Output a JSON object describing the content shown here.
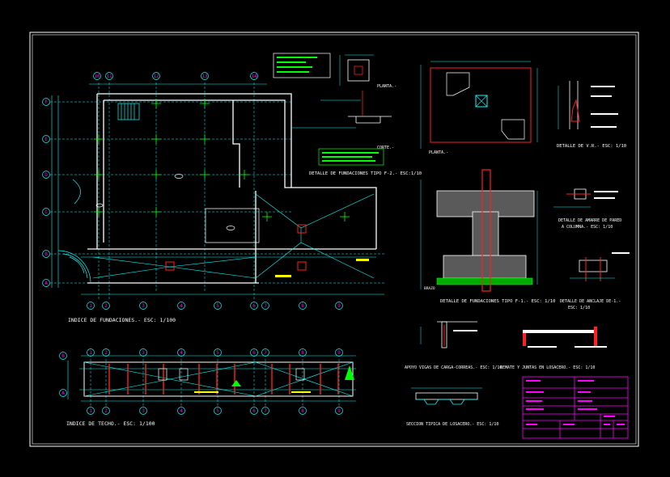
{
  "colors": {
    "background": "#000000",
    "frame": "#ffffff",
    "grid_axis": "#00ffff",
    "walls": "#ffffff",
    "dims": "#00ffff",
    "labels": "#ffffff",
    "accent_red": "#ff2020",
    "accent_green": "#00ff00",
    "accent_magenta": "#ff00ff",
    "accent_yellow": "#ffff00",
    "accent_blue": "#3b5bff"
  },
  "plans": {
    "foundation": {
      "title": "INDICE DE FUNDACIONES.- ESC: 1/100",
      "top_axis_labels": [
        "10",
        "11",
        "12",
        "13",
        "14"
      ],
      "bottom_axis_labels": [
        "1",
        "2",
        "3",
        "4",
        "5",
        "6",
        "7",
        "8",
        "9"
      ],
      "left_axis_labels": [
        "F",
        "E",
        "D",
        "C",
        "B",
        "A"
      ]
    },
    "roof": {
      "title": "INDICE DE TECHO.- ESC: 1/100",
      "top_axis_labels": [
        "1",
        "2",
        "3",
        "4",
        "5",
        "6",
        "7",
        "8",
        "9"
      ],
      "bottom_axis_labels": [
        "1",
        "2",
        "3",
        "4",
        "5",
        "6",
        "7",
        "8",
        "9"
      ],
      "left_axis_labels": [
        "B",
        "A"
      ]
    }
  },
  "details": {
    "fundaciones_tipo_f2": {
      "title": "DETALLE DE FUNDACIONES TIPO F-2.- ESC:1/10",
      "sub_planta": "PLANTA.-",
      "sub_corte": "CORTE.-"
    },
    "vr": {
      "title": "DETALLE DE V.R.- ESC: 1/10",
      "sub_planta": "PLANTA.-"
    },
    "fundaciones_tipo_f1": {
      "title": "DETALLE DE FUNDACIONES TIPO F-1.- ESC: 1/10",
      "sub_label": "BRAZO"
    },
    "amarre": {
      "title_line1": "DETALLE DE AMARRE DE PARED",
      "title_line2": "A COLUMNA.- ESC: 1/10"
    },
    "anclaje": {
      "title_line1": "DETALLE DE ANCLAJE DE-1.-",
      "title_line2": "ESC: 1/10"
    },
    "apoyo": {
      "title": "APOYO VIGAS DE CARGA-CORREAS.- ESC: 1/10"
    },
    "remate": {
      "title": "REMATE Y JUNTAS EN LOSACERO.- ESC: 1/10"
    },
    "seccion": {
      "title": "SECCION TIPICA DE LOSACERO.- ESC: 1/10"
    }
  }
}
